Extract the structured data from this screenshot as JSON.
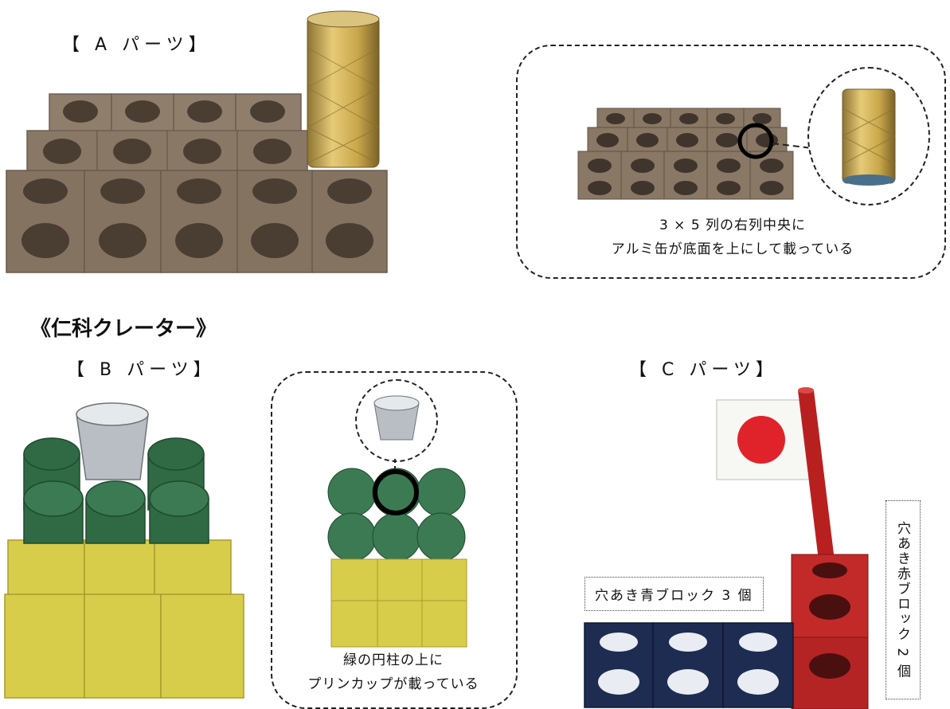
{
  "sections": {
    "a_label": "【 A パーツ】",
    "title": "《仁科クレーター》",
    "b_label": "【 B パーツ】",
    "c_label": "【 C パーツ】"
  },
  "callouts": {
    "a_note_line1": "3 × 5 列の右列中央に",
    "a_note_line2": "アルミ缶が底面を上にして載っている",
    "b_note_line1": "緑の円柱の上に",
    "b_note_line2": "プリンカップが載っている"
  },
  "tags": {
    "blue_blocks": "穴あき青ブロック 3 個",
    "red_blocks": "穴あき赤ブロック 2 個"
  },
  "colors": {
    "brown_block": "#8a7866",
    "gold_can": "#c9a74a",
    "green_cylinder": "#2f6a44",
    "yellow_block": "#d8cd4a",
    "blue_block": "#1e2c52",
    "red_block": "#c22a2a",
    "flag_red": "#e0232b"
  }
}
